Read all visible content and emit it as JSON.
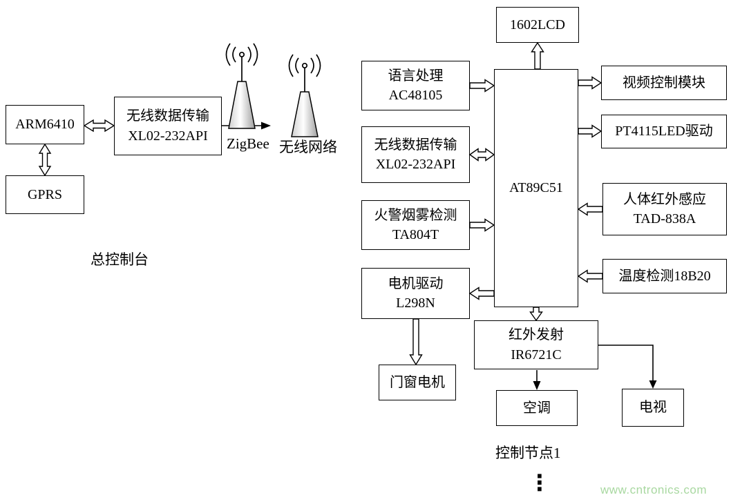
{
  "master": {
    "arm": "ARM6410",
    "gprs": "GPRS",
    "wireless": {
      "line1": "无线数据传输",
      "line2": "XL02-232API"
    },
    "zigbee_label": "ZigBee",
    "network_label": "无线网络",
    "caption": "总控制台"
  },
  "node": {
    "lcd": "1602LCD",
    "mcu": "AT89C51",
    "voice": {
      "line1": "语言处理",
      "line2": "AC48105"
    },
    "wireless": {
      "line1": "无线数据传输",
      "line2": "XL02-232API"
    },
    "smoke": {
      "line1": "火警烟雾检测",
      "line2": "TA804T"
    },
    "motor": {
      "line1": "电机驱动",
      "line2": "L298N"
    },
    "door": "门窗电机",
    "video": "视频控制模块",
    "led": "PT4115LED驱动",
    "pir": {
      "line1": "人体红外感应",
      "line2": "TAD-838A"
    },
    "temp": "温度检测18B20",
    "ir": {
      "line1": "红外发射",
      "line2": "IR6721C"
    },
    "ac": "空调",
    "tv": "电视",
    "caption": "控制节点1",
    "ellipsis": "⋮"
  },
  "icons": {
    "antenna_near": "zigbee-antenna-icon",
    "antenna_far": "wireless-network-antenna-icon"
  },
  "watermark": {
    "text": "www.cntronics.com",
    "color": "#a8d8a0"
  }
}
